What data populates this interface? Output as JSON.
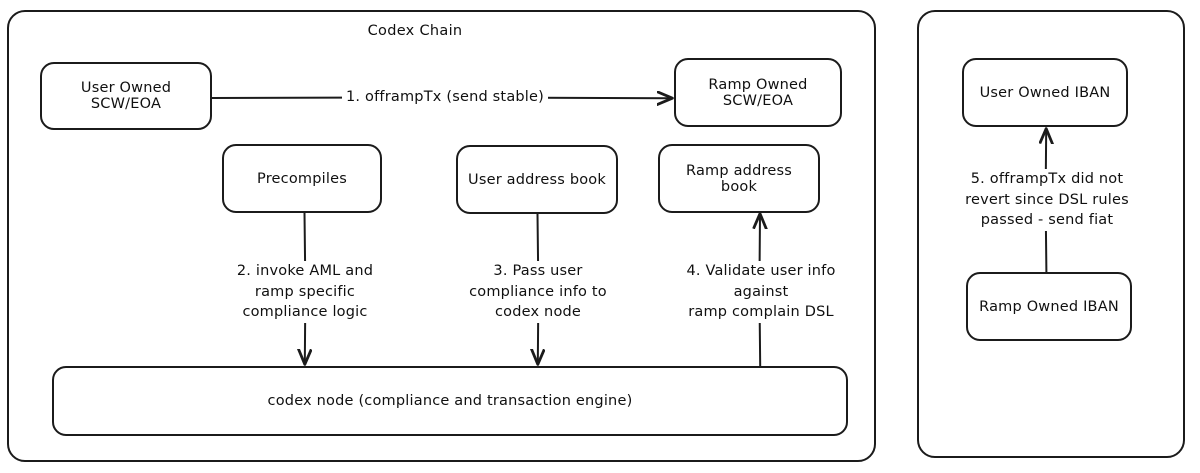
{
  "diagram": {
    "type": "flow-diagram",
    "style": "hand-drawn whiteboard sketch",
    "stroke_color": "#1b1b1b",
    "background_color": "#ffffff",
    "text_color": "#101010"
  },
  "containers": [
    {
      "id": "codex-chain",
      "title": "Codex Chain"
    },
    {
      "id": "bank-rails",
      "title": ""
    }
  ],
  "nodes": {
    "user_scw": "User Owned SCW/EOA",
    "ramp_scw": "Ramp Owned SCW/EOA",
    "precompiles": "Precompiles",
    "user_address_book": "User address book",
    "ramp_address_book": "Ramp address book",
    "codex_node": "codex node (compliance and transaction engine)",
    "user_iban": "User Owned IBAN",
    "ramp_iban": "Ramp Owned IBAN"
  },
  "edges": [
    {
      "id": "step1",
      "from": "user_scw",
      "to": "ramp_scw",
      "direction": "right",
      "label": "1. offrampTx (send stable)"
    },
    {
      "id": "step2",
      "from": "precompiles",
      "to": "codex_node",
      "direction": "down",
      "label_lines": [
        "2. invoke AML and",
        "ramp specific",
        "compliance logic"
      ]
    },
    {
      "id": "step3",
      "from": "user_address_book",
      "to": "codex_node",
      "direction": "down",
      "label_lines": [
        "3. Pass user",
        "compliance info to",
        "codex node"
      ]
    },
    {
      "id": "step4",
      "from": "codex_node",
      "to": "ramp_address_book",
      "direction": "up",
      "label_lines": [
        "4. Validate user info",
        "against",
        "ramp complain DSL"
      ]
    },
    {
      "id": "step5",
      "from": "ramp_iban",
      "to": "user_iban",
      "direction": "up",
      "label_lines": [
        "5. offrampTx did not",
        "revert since DSL rules",
        "passed - send fiat"
      ]
    }
  ]
}
